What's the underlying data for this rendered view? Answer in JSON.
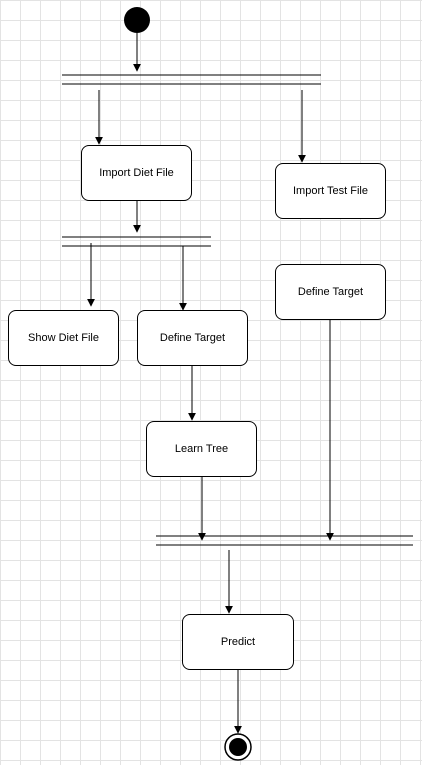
{
  "diagram": {
    "nodes": {
      "import_diet_file": "Import Diet File",
      "import_test_file": "Import Test File",
      "show_diet_file": "Show Diet File",
      "define_target_left": "Define Target",
      "define_target_right": "Define Target",
      "learn_tree": "Learn Tree",
      "predict": "Predict"
    }
  }
}
